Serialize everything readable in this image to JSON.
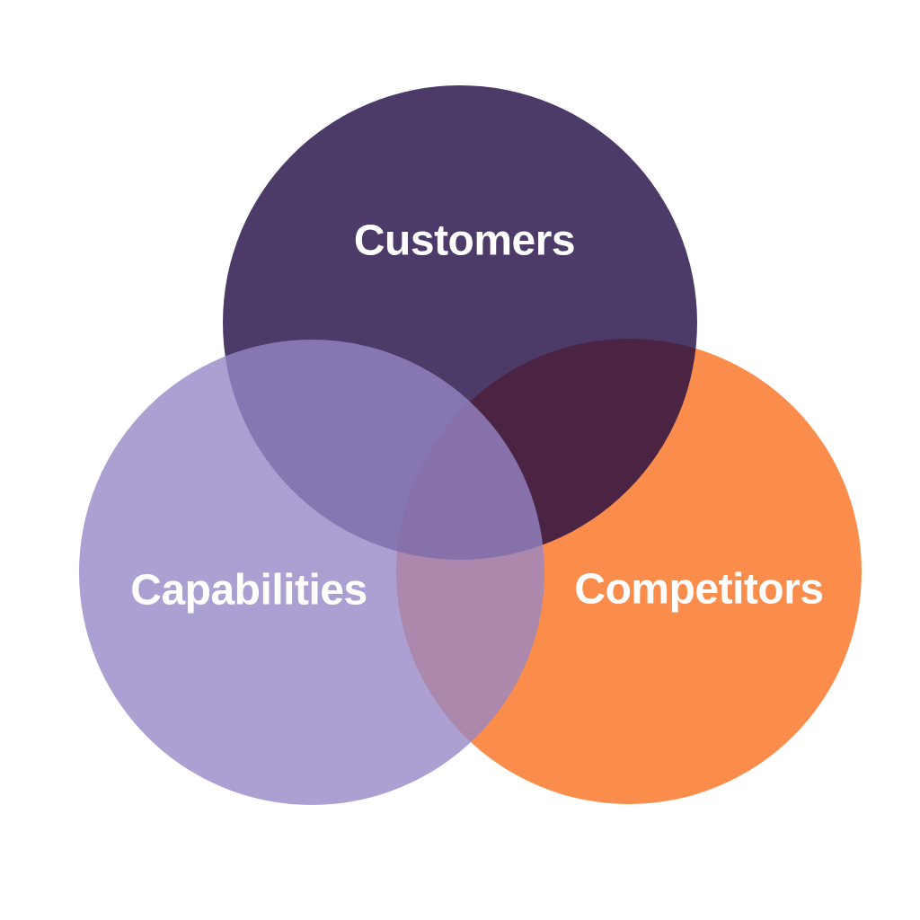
{
  "diagram": {
    "type": "venn",
    "background_color": "#FFFFFF",
    "label_color": "#FFFFFF",
    "sets": [
      {
        "label": "Customers",
        "color": "#4C3B68",
        "position": "top"
      },
      {
        "label": "Capabilities",
        "color": "#ACA0D2",
        "position": "bottom-left"
      },
      {
        "label": "Competitors",
        "color": "#FA8C4C",
        "position": "bottom-right"
      }
    ],
    "overlap_colors": {
      "customers_capabilities": "#8877AE",
      "customers_competitors": "#4C2741",
      "capabilities_competitors": "#AF8AA7",
      "all_three": "#8672AA"
    }
  }
}
